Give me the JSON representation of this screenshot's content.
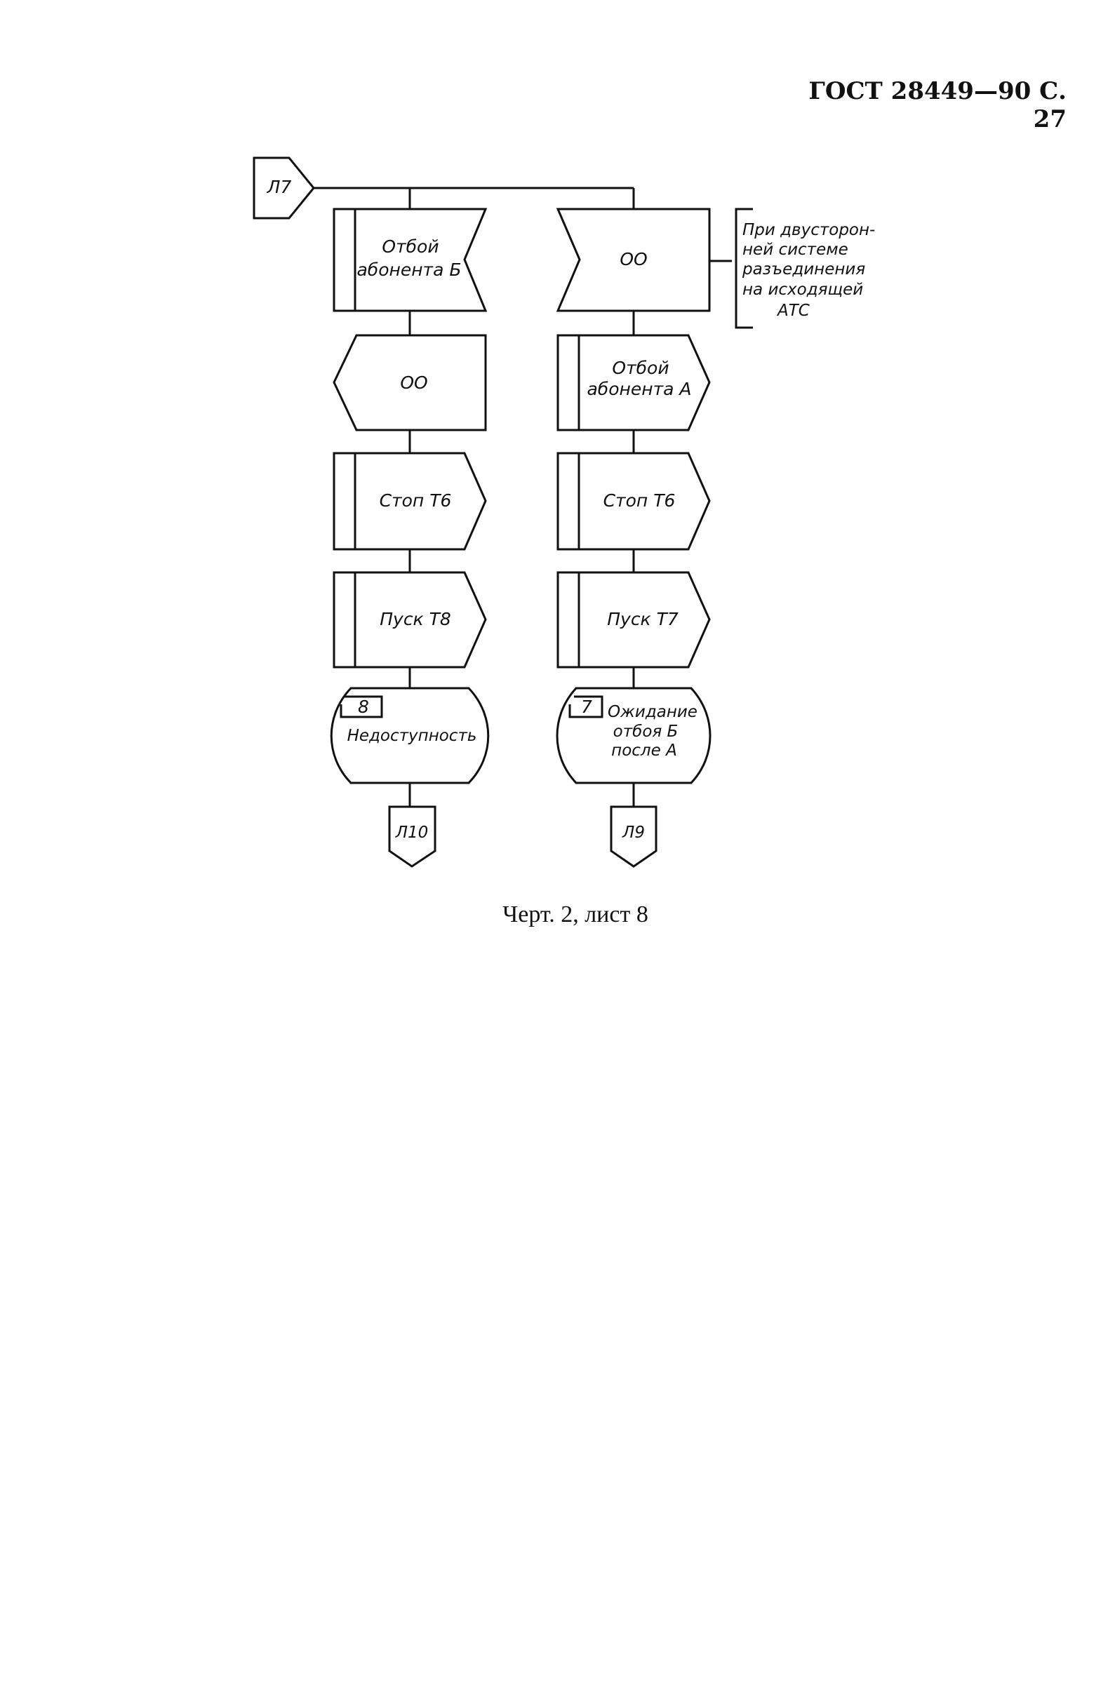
{
  "header": {
    "text": "ГОСТ 28449—90 С. 27"
  },
  "caption": {
    "text": "Черт. 2, лист 8"
  },
  "diagram": {
    "start_connector": "Л7",
    "left_branch": {
      "receive_signal": [
        "Отбой",
        "абонента Б"
      ],
      "send_signal": "ОО",
      "task_1": "Стоп Т6",
      "task_2": "Пуск Т8",
      "state_number": "8",
      "state_name": "Недоступность",
      "end_connector": "Л10"
    },
    "right_branch": {
      "receive_signal": "ОО",
      "signal_in": [
        "Отбой",
        "абонента А"
      ],
      "task_1": "Стоп Т6",
      "task_2": "Пуск Т7",
      "state_number": "7",
      "state_name": [
        "Ожидание",
        "отбоя Б",
        "после А"
      ],
      "end_connector": "Л9"
    },
    "comment": [
      "При двусторон-",
      "ней системе",
      "разъединения",
      "на исходящей",
      "АТС"
    ]
  }
}
